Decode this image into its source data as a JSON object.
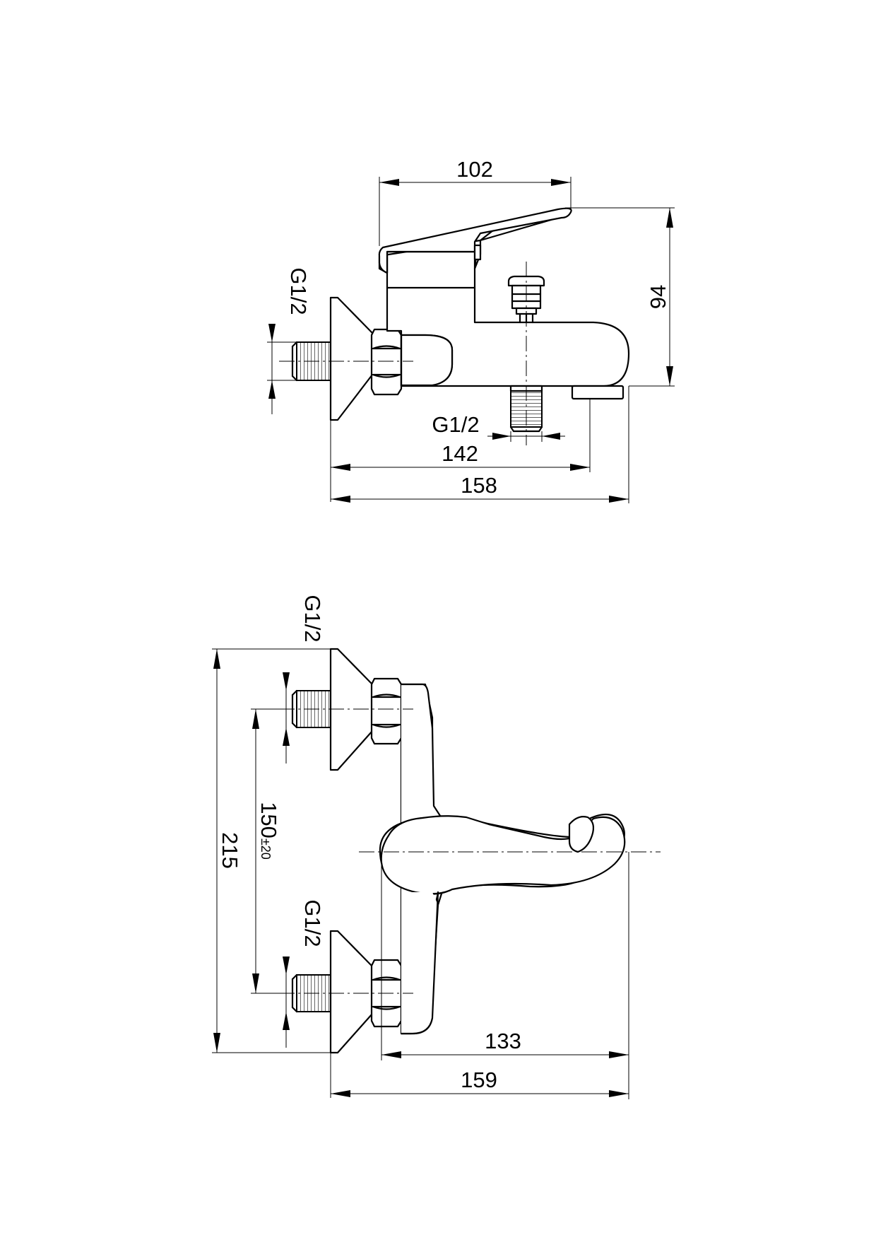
{
  "side_view": {
    "dim_top_width": "102",
    "dim_height": "94",
    "thread_inlet": "G1/2",
    "thread_outlet": "G1/2",
    "dim_spout_reach": "142",
    "dim_overall_length": "158"
  },
  "front_view": {
    "thread_upper": "G1/2",
    "thread_lower": "G1/2",
    "dim_total_height": "215",
    "dim_centers": "150",
    "dim_centers_tolerance": "±20",
    "dim_lever_reach": "133",
    "dim_overall_length": "159"
  }
}
